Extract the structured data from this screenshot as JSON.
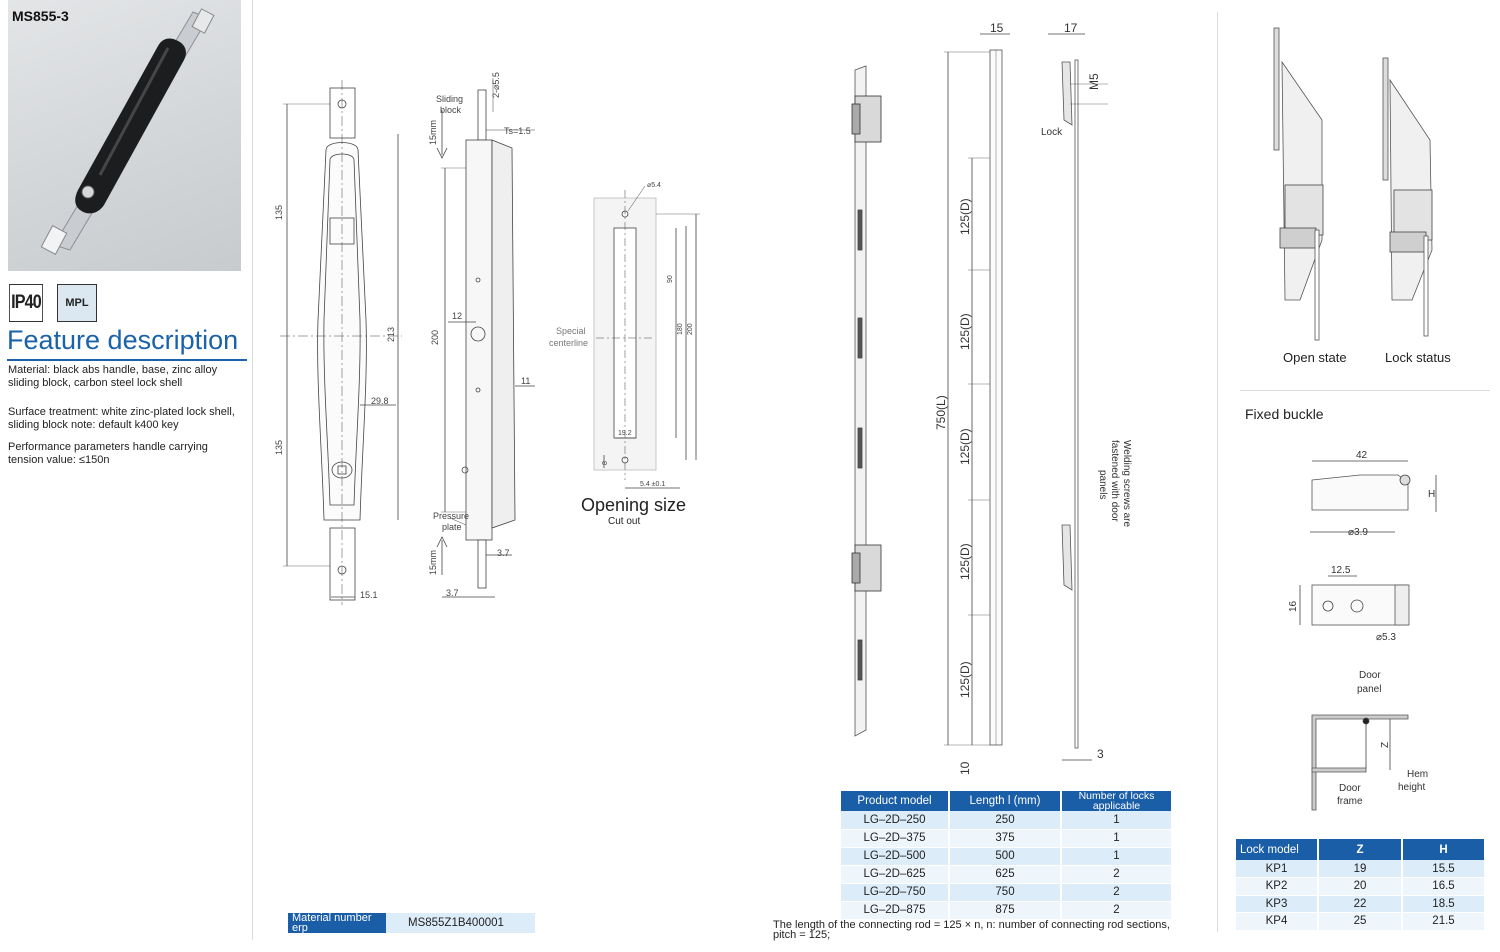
{
  "product": {
    "code": "MS855-3",
    "badges": {
      "ip": "IP40",
      "mpl": "MPL"
    },
    "feature_title": "Feature description",
    "features": [
      "Material: black abs handle, base, zinc alloy sliding block, carbon steel lock shell",
      "Surface treatment: white zinc-plated lock shell, sliding block note: default k400 key",
      "Performance parameters handle carrying tension value: ≤150n"
    ]
  },
  "handle_drawing": {
    "dims": {
      "top": "135",
      "bottom": "135",
      "total": "213",
      "width": "29.8",
      "base": "15.1",
      "side_total": "200",
      "offset_12": "12",
      "side_11": "11",
      "side_37a": "3.7",
      "side_37b": "3.7",
      "hole": "2-⌀5.5",
      "ts": "Ts=1.5",
      "travel_top": "15mm",
      "travel_bottom": "15mm"
    },
    "labels": {
      "sliding_block": [
        "Sliding",
        "block"
      ],
      "pressure_plate": [
        "Pressure",
        "plate"
      ]
    }
  },
  "opening": {
    "title": "Opening size",
    "subtitle": "Cut out",
    "centerline": [
      "Special",
      "centerline"
    ],
    "dims": {
      "hole": "⌀5.4",
      "d90": "90",
      "d180": "180",
      "d200": "200",
      "d192": "19.2",
      "d8": "8",
      "d54": "5.4 ±0.1"
    }
  },
  "rod_drawing": {
    "dims": {
      "w15": "15",
      "w17": "17",
      "m5": "M5",
      "total": "750(L)",
      "pitch": "125(D)",
      "end": "10",
      "gap": "3"
    },
    "labels": {
      "lock": "Lock",
      "welding": [
        "Welding screws are",
        "fastened with door",
        "panels"
      ]
    }
  },
  "rod_table": {
    "headers": [
      "Product model",
      "Length l (mm)",
      "Number of locks applicable"
    ],
    "rows": [
      [
        "LG–2D–250",
        "250",
        "1"
      ],
      [
        "LG–2D–375",
        "375",
        "1"
      ],
      [
        "LG–2D–500",
        "500",
        "1"
      ],
      [
        "LG–2D–625",
        "625",
        "2"
      ],
      [
        "LG–2D–750",
        "750",
        "2"
      ],
      [
        "LG–2D–875",
        "875",
        "2"
      ]
    ],
    "note": "The length of the connecting rod = 125 × n, n: number of connecting rod sections, pitch = 125;"
  },
  "erp": {
    "label": "Material number erp",
    "value": "MS855Z1B400001"
  },
  "lock_states": {
    "open": "Open state",
    "lock": "Lock status"
  },
  "buckle": {
    "title": "Fixed buckle",
    "dims": {
      "d42": "42",
      "h": "H",
      "d39": "⌀3.9",
      "d125": "12.5",
      "d16": "16",
      "d53": "⌀5.3",
      "z": "Z"
    },
    "labels": {
      "door_panel": [
        "Door",
        "panel"
      ],
      "door_frame": [
        "Door",
        "frame"
      ],
      "hem": [
        "Hem",
        "height"
      ]
    }
  },
  "kp_table": {
    "headers": [
      "Lock model",
      "Z",
      "H"
    ],
    "rows": [
      [
        "KP1",
        "19",
        "15.5"
      ],
      [
        "KP2",
        "20",
        "16.5"
      ],
      [
        "KP3",
        "22",
        "18.5"
      ],
      [
        "KP4",
        "25",
        "21.5"
      ]
    ]
  },
  "colors": {
    "accent": "#1b63a8",
    "table_head": "#1a5ea8",
    "table_row": "#dcecf8"
  }
}
